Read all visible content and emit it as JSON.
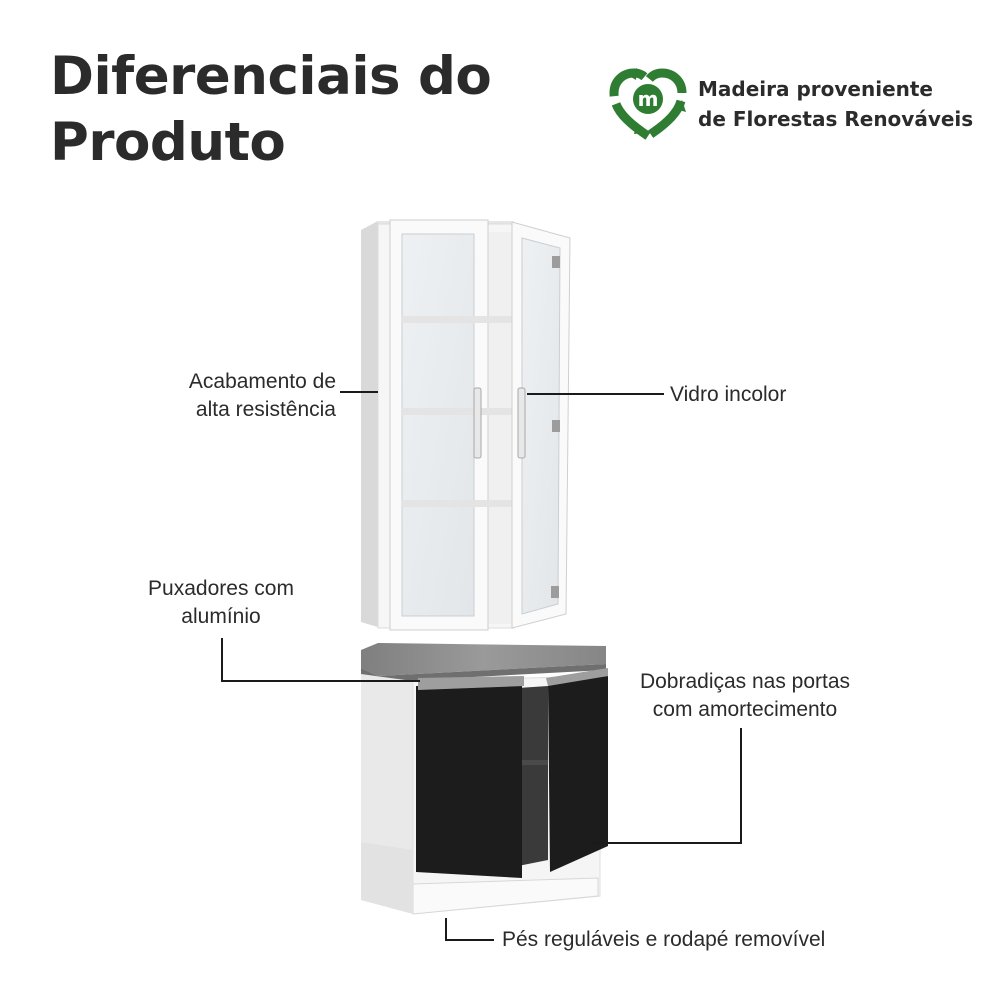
{
  "heading": {
    "line1": "Diferenciais do",
    "line2": "Produto"
  },
  "eco_badge": {
    "icon": "recycle-heart-icon",
    "letter": "m",
    "line1": "Madeira proveniente",
    "line2": "de Florestas Renováveis",
    "color": "#2e7d32"
  },
  "callouts": {
    "acabamento": {
      "line1": "Acabamento de",
      "line2": "alta resistência"
    },
    "vidro": "Vidro incolor",
    "puxadores": {
      "line1": "Puxadores com",
      "line2": "alumínio"
    },
    "dobradicas": {
      "line1": "Dobradiças nas portas",
      "line2": "com amortecimento"
    },
    "pes": "Pés reguláveis e rodapé removível"
  },
  "colors": {
    "text": "#2b2b2b",
    "cabinet_white": "#f4f4f4",
    "door_black": "#1c1c1c",
    "countertop_gray": "#8a8a8a",
    "leader_line": "#1a1a1a"
  }
}
